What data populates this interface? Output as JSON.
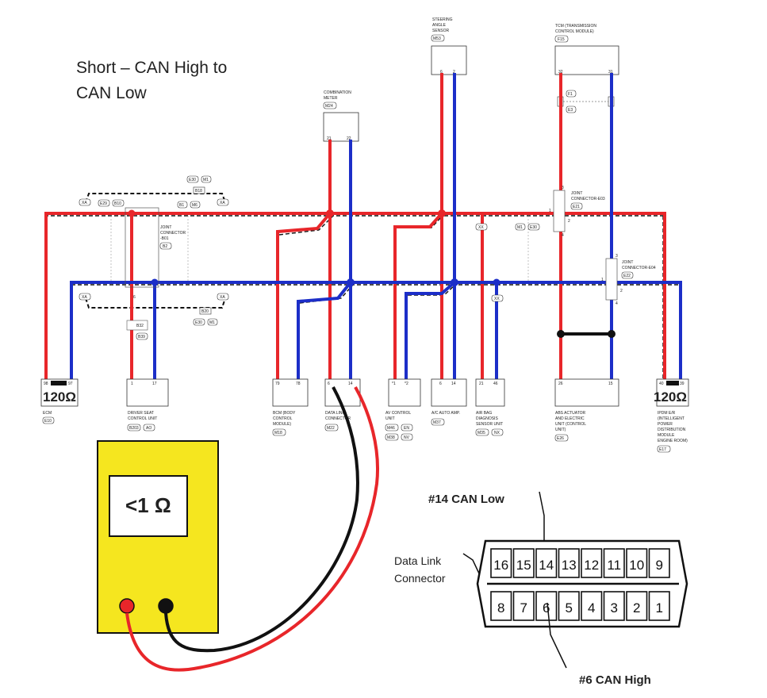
{
  "title_line1": "Short – CAN High to",
  "title_line2": "CAN Low",
  "colors": {
    "can_high": "#e8262a",
    "can_low": "#1c2ec8",
    "meter_body": "#f5e61f",
    "probe_red": "#e8262a",
    "probe_black": "#111111"
  },
  "modules_top": {
    "steering": {
      "l1": "STEERING",
      "l2": "ANGLE",
      "l3": "SENSOR",
      "tag": "M53",
      "pin_a": "6",
      "pin_b": "2"
    },
    "tcm": {
      "l1": "TCM (TRANSMISSION",
      "l2": "CONTROL MODULE)",
      "tag": "F15",
      "pin_a": "32",
      "pin_b": "31",
      "tag_f1": "F1",
      "tag_e3": "E3"
    },
    "combo": {
      "l1": "COMBINATION",
      "l2": "METER",
      "tag": "M24",
      "pin_a": "21",
      "pin_b": "22"
    }
  },
  "connectors": {
    "j_b01_l1": "JOINT",
    "j_b01_l2": "CONNECTOR",
    "j_b01_l3": "-B01",
    "j_b01_tag": "B2",
    "j_e03_l1": "JOINT",
    "j_e03_l2": "CONNECTOR-E03",
    "j_e03_tag": "E21",
    "j_e04_l1": "JOINT",
    "j_e04_l2": "CONNECTOR-E04",
    "j_e04_tag": "E22",
    "xa": "XA",
    "e29": "E29",
    "b10": "B10",
    "b1": "B1",
    "m6": "M6",
    "e30": "E30",
    "m1": "M1",
    "b32": "B32",
    "b39": "B39",
    "b18": "B18",
    "b20": "B20",
    "xx": "XX",
    "pin_6": "6",
    "pin_2": "2",
    "pin_3": "3",
    "pin_1": "1",
    "pin_4": "4"
  },
  "modules_bottom": [
    {
      "id": "ecm",
      "l1": "ECM",
      "tag": "E10",
      "pin_a": "98",
      "pin_b": "97",
      "resistor": "120Ω"
    },
    {
      "id": "driver_seat",
      "l1": "DRIVER SEAT",
      "l2": "CONTROL UNIT",
      "tag": "B203",
      "tag2": "AO",
      "pin_a": "1",
      "pin_b": "17"
    },
    {
      "id": "bcm",
      "l1": "BCM (BODY",
      "l2": "CONTROL",
      "l3": "MODULE)",
      "tag": "M18",
      "pin_a": "79",
      "pin_b": "78"
    },
    {
      "id": "dlc",
      "l1": "DATA LINK",
      "l2": "CONNECTOR",
      "tag": "M22",
      "pin_a": "6",
      "pin_b": "14"
    },
    {
      "id": "av",
      "l1": "AV CONTROL",
      "l2": "UNIT",
      "tag": "M46",
      "tag_b": "M38",
      "tag2": "EN",
      "tag2b": "NV",
      "pin_a": "*1",
      "pin_b": "*2"
    },
    {
      "id": "ac",
      "l1": "A/C AUTO AMP.",
      "tag": "M37",
      "pin_a": "6",
      "pin_b": "14"
    },
    {
      "id": "airbag",
      "l1": "AIR BAG",
      "l2": "DIAGNOSIS",
      "l3": "SENSOR UNIT",
      "tag": "M35",
      "tag2": "NX",
      "pin_a": "21",
      "pin_b": "46"
    },
    {
      "id": "abs",
      "l1": "ABS ACTUATOR",
      "l2": "AND ELECTRIC",
      "l3": "UNIT (CONTROL",
      "l4": "UNIT)",
      "tag": "E26",
      "pin_a": "26",
      "pin_b": "15"
    },
    {
      "id": "ipdm",
      "l1": "IPDM E/R",
      "l2": "(INTELLIGENT",
      "l3": "POWER",
      "l4": "DISTRIBUTION",
      "l5": "MODULE",
      "l6": "ENGINE ROOM)",
      "tag": "E17",
      "pin_a": "40",
      "pin_b": "39",
      "resistor": "120Ω"
    }
  ],
  "meter": {
    "reading": "<1 Ω"
  },
  "dlc": {
    "label_top": "#14 CAN Low",
    "label_bottom": "#6 CAN High",
    "side_l1": "Data Link",
    "side_l2": "Connector",
    "top_row": [
      "16",
      "15",
      "14",
      "13",
      "12",
      "11",
      "10",
      "9"
    ],
    "bottom_row": [
      "8",
      "7",
      "6",
      "5",
      "4",
      "3",
      "2",
      "1"
    ]
  }
}
